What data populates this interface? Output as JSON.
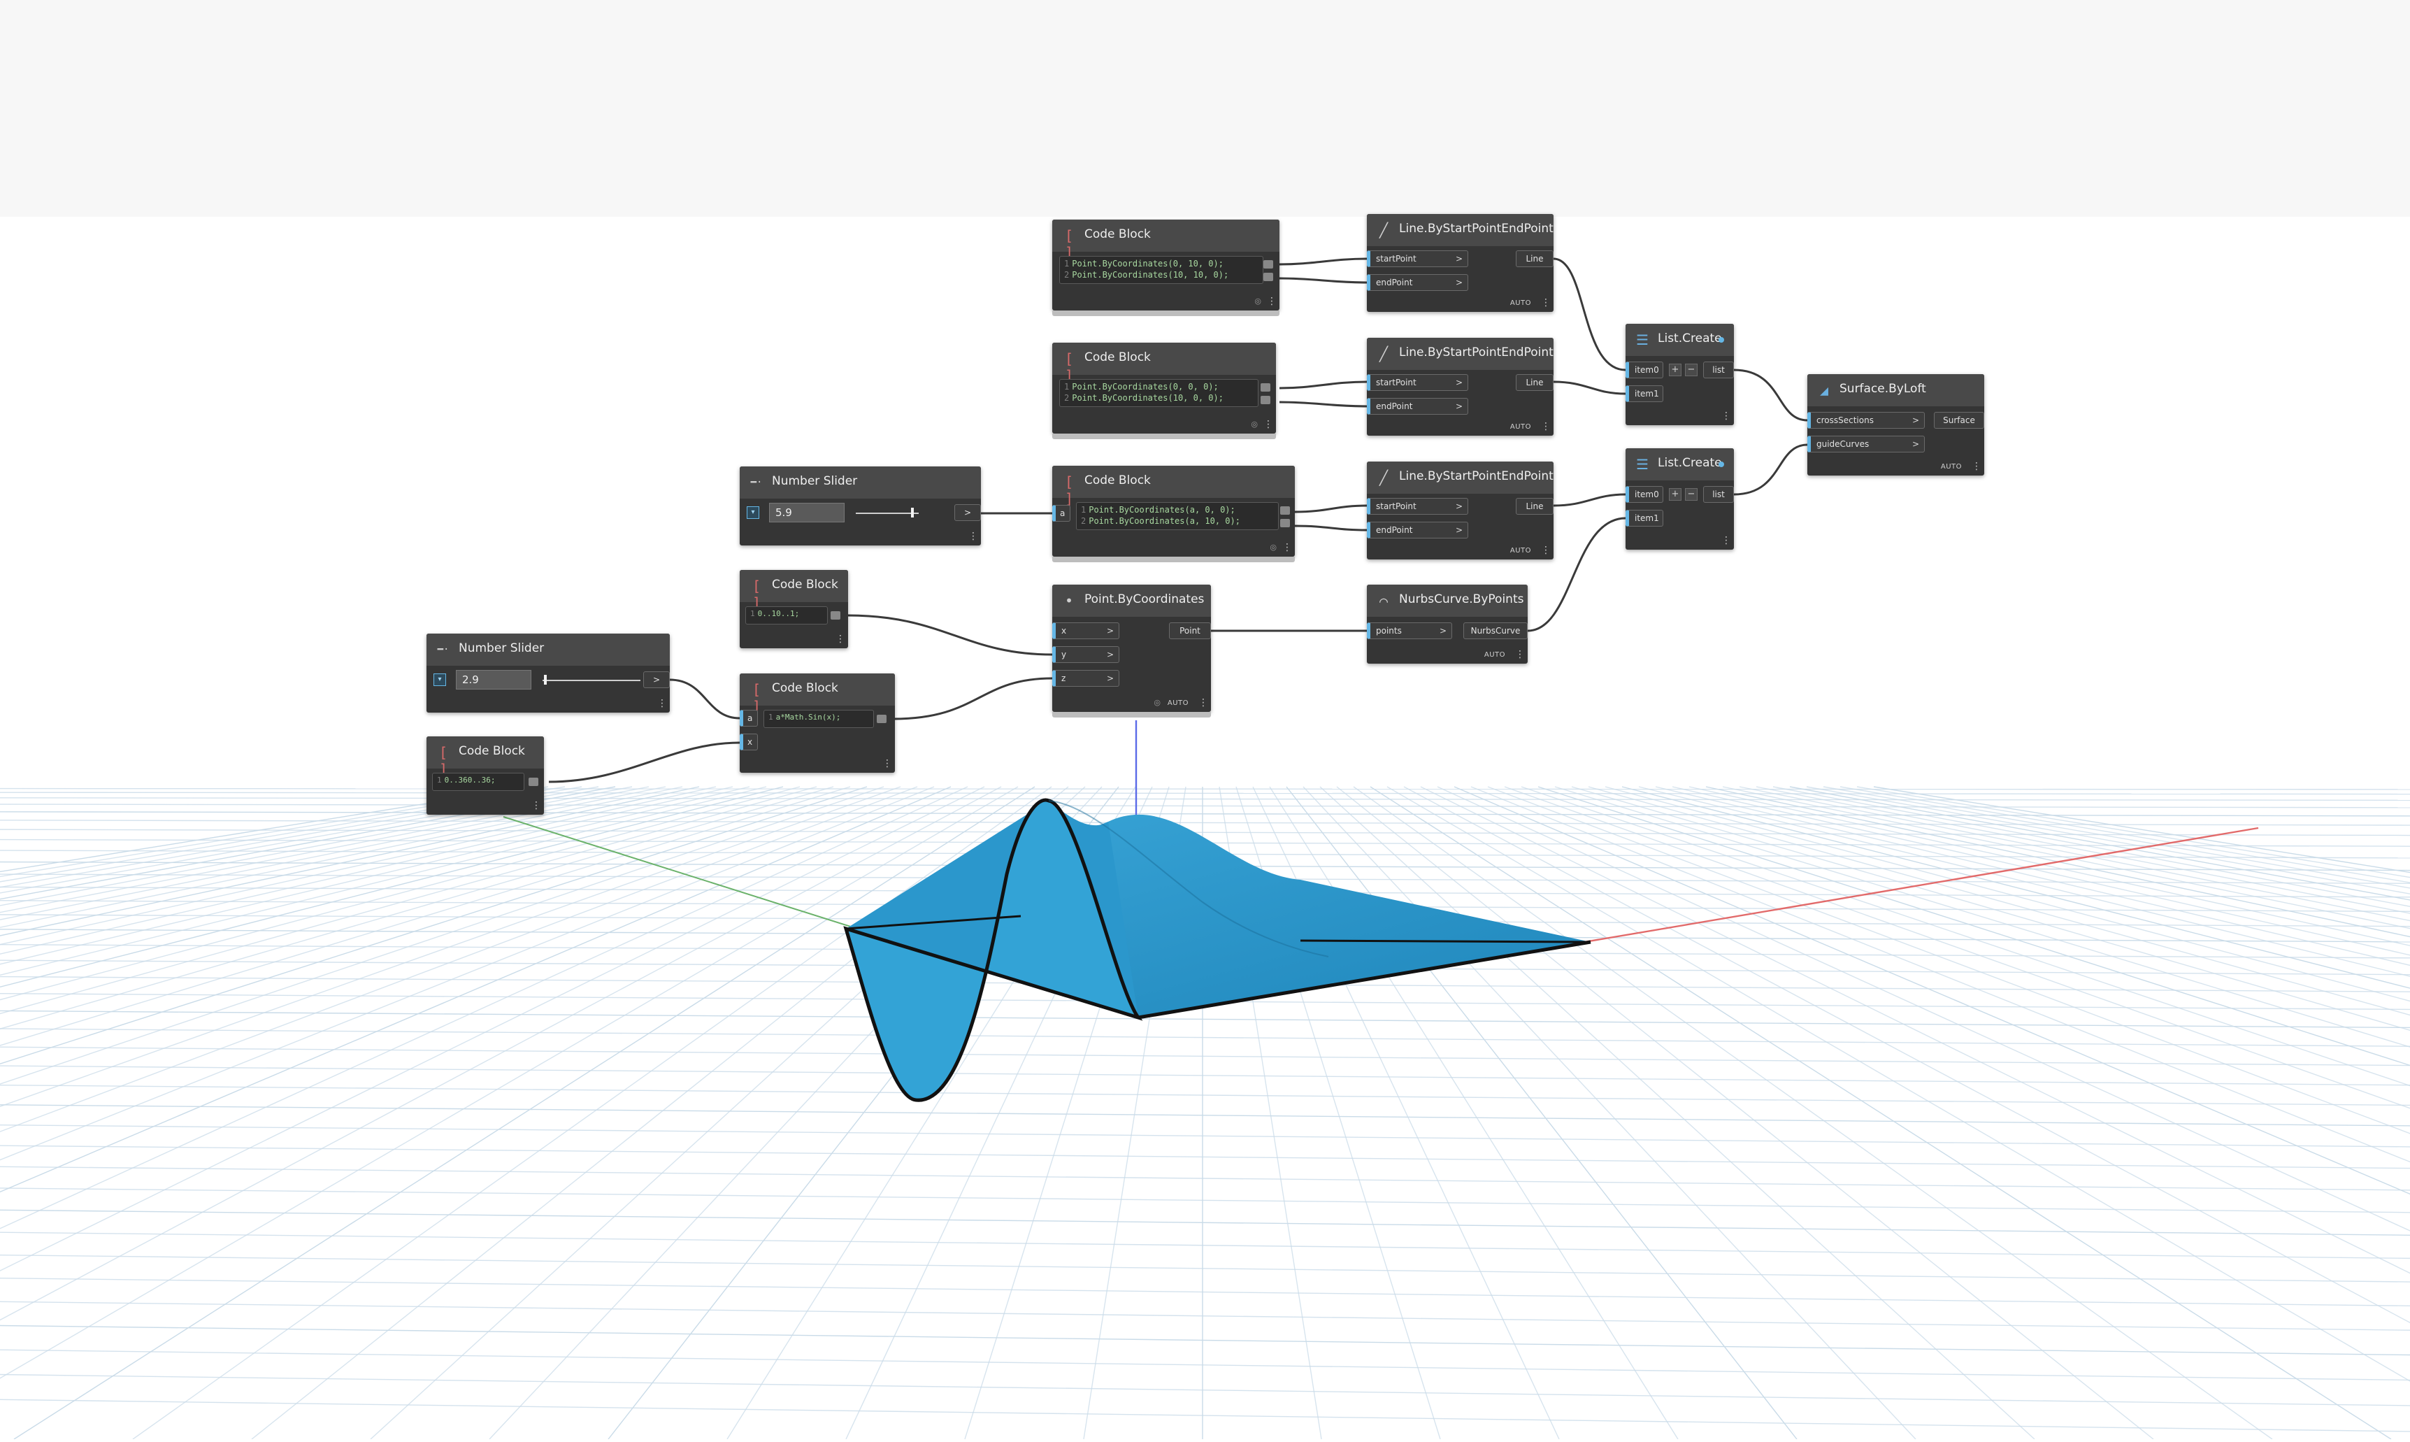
{
  "colors": {
    "node_body": "#353535",
    "node_header": "#494949",
    "port_accent": "#65b7e6",
    "wire": "#3a3a3a",
    "surface": "#2a95c8",
    "grid": "#c7d9e6",
    "x_axis": "#e06060",
    "y_axis": "#5aa85a",
    "z_axis": "#5a6ae0"
  },
  "nodes": {
    "cb_top": {
      "title": "Code Block",
      "icon": "code-block-icon",
      "lines": [
        {
          "n": "1",
          "code": "Point.ByCoordinates(0, 10, 0);"
        },
        {
          "n": "2",
          "code": "Point.ByCoordinates(10, 10, 0);"
        }
      ]
    },
    "cb_mid": {
      "title": "Code Block",
      "icon": "code-block-icon",
      "lines": [
        {
          "n": "1",
          "code": "Point.ByCoordinates(0, 0, 0);"
        },
        {
          "n": "2",
          "code": "Point.ByCoordinates(10, 0, 0);"
        }
      ]
    },
    "cb_a": {
      "title": "Code Block",
      "icon": "code-block-icon",
      "input": "a",
      "lines": [
        {
          "n": "1",
          "code": "Point.ByCoordinates(a, 0, 0);"
        },
        {
          "n": "2",
          "code": "Point.ByCoordinates(a, 10, 0);"
        }
      ]
    },
    "line1": {
      "title": "Line.ByStartPointEndPoint",
      "in1": "startPoint",
      "in2": "endPoint",
      "out": "Line",
      "auto": "AUTO"
    },
    "line2": {
      "title": "Line.ByStartPointEndPoint",
      "in1": "startPoint",
      "in2": "endPoint",
      "out": "Line",
      "auto": "AUTO"
    },
    "line3": {
      "title": "Line.ByStartPointEndPoint",
      "in1": "startPoint",
      "in2": "endPoint",
      "out": "Line",
      "auto": "AUTO"
    },
    "list1": {
      "title": "List.Create",
      "in1": "item0",
      "in2": "item1",
      "out": "list",
      "add": "+",
      "remove": "−"
    },
    "list2": {
      "title": "List.Create",
      "in1": "item0",
      "in2": "item1",
      "out": "list",
      "add": "+",
      "remove": "−"
    },
    "loft": {
      "title": "Surface.ByLoft",
      "in1": "crossSections",
      "in2": "guideCurves",
      "out": "Surface",
      "auto": "AUTO"
    },
    "slider1": {
      "title": "Number Slider",
      "value": "5.9",
      "out": ">"
    },
    "slider2": {
      "title": "Number Slider",
      "value": "2.9",
      "out": ">"
    },
    "cb_range": {
      "title": "Code Block",
      "lines": [
        {
          "n": "1",
          "code": "0..10..1;"
        }
      ]
    },
    "cb_sin": {
      "title": "Code Block",
      "in1": "a",
      "in2": "x",
      "lines": [
        {
          "n": "1",
          "code": "a*Math.Sin(x);"
        }
      ]
    },
    "cb_deg": {
      "title": "Code Block",
      "lines": [
        {
          "n": "1",
          "code": "0..360..36;"
        }
      ]
    },
    "point": {
      "title": "Point.ByCoordinates",
      "in1": "x",
      "in2": "y",
      "in3": "z",
      "out": "Point",
      "auto": "AUTO"
    },
    "nurbs": {
      "title": "NurbsCurve.ByPoints",
      "in1": "points",
      "out": "NurbsCurve",
      "auto": "AUTO"
    }
  }
}
